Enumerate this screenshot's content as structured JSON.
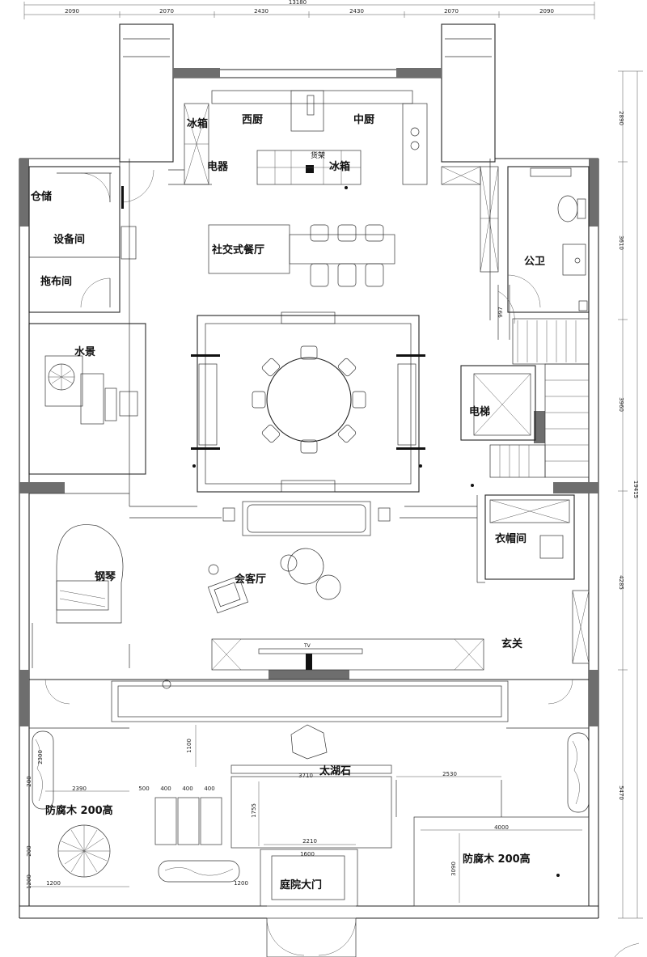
{
  "rooms": {
    "fridge_left": "冰箱",
    "west_kitchen": "西厨",
    "chinese_kitchen": "中厨",
    "shelf": "货架",
    "fridge_right": "冰箱",
    "appliance": "电器",
    "storage": "仓储",
    "equipment": "设备间",
    "mop_room": "拖布间",
    "social_dining": "社交式餐厅",
    "public_wc": "公卫",
    "water_feature": "水景",
    "elevator": "电梯",
    "cloakroom": "衣帽间",
    "piano": "钢琴",
    "reception": "会客厅",
    "foyer": "玄关",
    "tv": "TV",
    "taihu_stone": "太湖石",
    "deck_left": "防腐木 200高",
    "deck_right": "防腐木 200高",
    "gate": "庭院大门"
  },
  "dims_top": {
    "total": "13180",
    "segments": [
      "2090",
      "2070",
      "2430",
      "2430",
      "2070",
      "2090"
    ]
  },
  "dims_right": {
    "total": "19415",
    "segments": [
      "2890",
      "3610",
      "3960",
      "4285",
      "5470"
    ]
  },
  "dims_misc": {
    "d997": "997",
    "d1100": "1100",
    "d3710": "3710",
    "d2530": "2530",
    "d2390": "2390",
    "d500": "500",
    "d400a": "400",
    "d400b": "400",
    "d400c": "400",
    "d1755": "1755",
    "d2210": "2210",
    "d1600": "1600",
    "d4000": "4000",
    "d3090": "3090",
    "d200a": "200",
    "d200b": "200",
    "d2300": "2300",
    "d1200a": "1200",
    "d1200b": "1200"
  }
}
